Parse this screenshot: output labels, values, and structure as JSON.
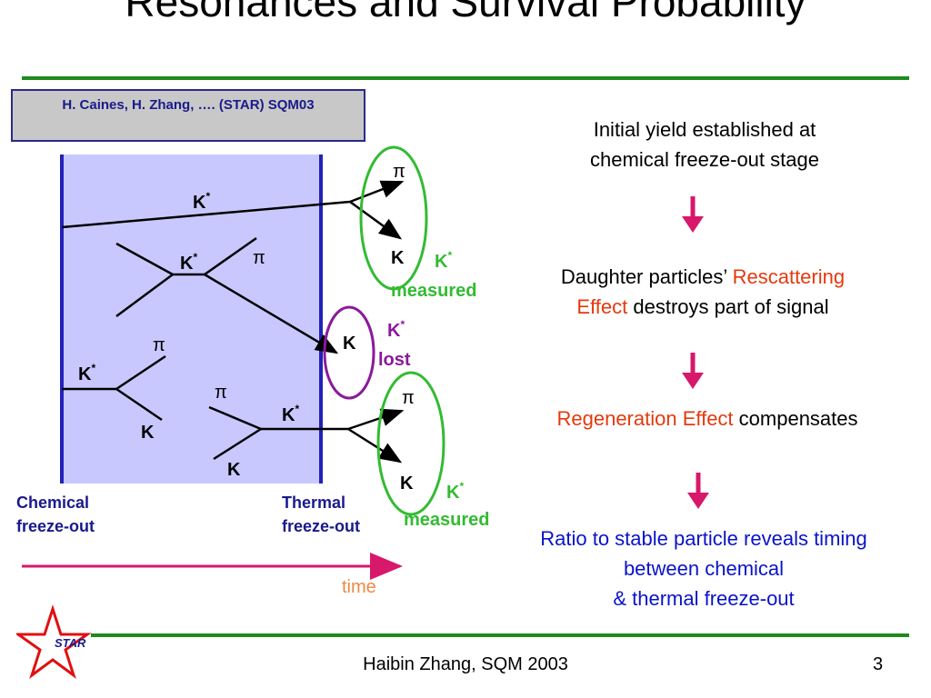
{
  "title": "Resonances and Survival Probability",
  "reference": "H. Caines, H. Zhang, …. (STAR) SQM03",
  "diagram": {
    "kstar": "K",
    "star_sup": "*",
    "pi": "π",
    "kaon": "K",
    "measured": "measured",
    "lost": "lost",
    "chemical_label": [
      "Chemical",
      "freeze-out"
    ],
    "thermal_label": [
      "Thermal",
      "freeze-out"
    ],
    "time_label": "time"
  },
  "steps": {
    "step1": [
      "Initial yield established at",
      "chemical freeze-out stage"
    ],
    "step2_line1_a": "Daughter particles’ ",
    "step2_line1_b": "Rescattering",
    "step2_line2_a": "Effect",
    "step2_line2_b": " destroys part of signal",
    "step3_a": "Regeneration Effect",
    "step3_b": " compensates",
    "step4": [
      "Ratio to stable particle reveals timing",
      "between chemical",
      "& thermal freeze-out"
    ]
  },
  "footer": {
    "logo_text": "STAR",
    "author": "Haibin Zhang, SQM 2003",
    "page_number": "3"
  },
  "colors": {
    "green_rule": "#1e8a1e",
    "phase_fill": "#c8c8ff",
    "freeze_line": "#2222b8",
    "measured_green": "#33bb33",
    "lost_purple": "#8a1a9a",
    "arrow_magenta": "#d8186a",
    "time_color": "#ee8844"
  }
}
